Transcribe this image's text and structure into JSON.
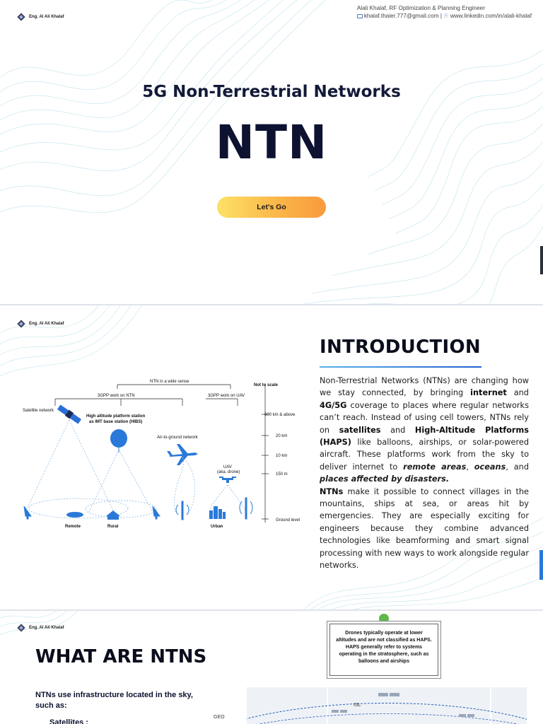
{
  "brand": "Eng. Al Ali Khalaf",
  "author": {
    "line1": "Alali Khalaf, RF Optimization & Planning Engineer",
    "email": "khalaf.thaier.777@gmail.com",
    "separator": "|",
    "linkedin": "www.linkedin.com/in/alali-khalaf"
  },
  "cover": {
    "subtitle": "5G Non-Terrestrial Networks",
    "title": "NTN",
    "button_label": "Let's Go"
  },
  "intro": {
    "title": "INTRODUCTION",
    "p1_a": "Non-Terrestrial Networks (NTNs) are changing how we stay connected, by bringing ",
    "p1_b": "internet",
    "p1_c": " and ",
    "p1_d": "4G/5G",
    "p1_e": " coverage to places where regular networks can’t reach. Instead of using cell towers, NTNs rely on ",
    "p1_f": "satellites",
    "p1_g": " and ",
    "p1_h": "High-Altitude Platforms (HAPS)",
    "p1_i": " like balloons, airships, or solar-powered aircraft. These platforms work from the sky to deliver internet to ",
    "p1_j": "remote areas",
    "p1_k": ", ",
    "p1_l": "oceans",
    "p1_m": ", and ",
    "p1_n": "places affected by disasters.",
    "p2_a": "NTNs",
    "p2_b": " make it possible to connect villages in the mountains, ships at sea, or areas hit by emergencies. They are especially exciting for engineers because they combine advanced technologies like beamforming and smart signal processing with new ways to work alongside regular networks."
  },
  "diagram": {
    "wide_sense": "NTN in a wide sense",
    "not_to_scale": "Not to scale",
    "gpp_ntn": "3GPP work on NTN",
    "gpp_uav": "3GPP work on UAV",
    "satellite_network": "Satellite network",
    "hibs_line1": "High altitude platform station",
    "hibs_line2": "as IMT base station (HIBS)",
    "air_to_ground": "Air-to-ground network",
    "uav_line1": "UAV",
    "uav_line2": "(aka. drone)",
    "alt_600": "600 km & above",
    "alt_20": "20 km",
    "alt_10": "10 km",
    "alt_150": "150 m",
    "ground": "Ground level",
    "remote": "Remote",
    "rural": "Rural",
    "urban": "Urban"
  },
  "what": {
    "title": "WHAT ARE NTNS",
    "text": "NTNs use infrastructure located in the sky, such as:",
    "bullet": "Satellites :",
    "note": "Drones typically operate at lower altitudes and are not classified as HAPS. HAPS generally refer to systems operating in the stratosphere, such as balloons and airships",
    "geo": "GEO",
    "isl": "ISL"
  },
  "colors": {
    "accent_blue": "#1f5fcf",
    "button_gradient_start": "#fde166",
    "button_gradient_end": "#f89a3d",
    "title_navy": "#0c1230"
  }
}
